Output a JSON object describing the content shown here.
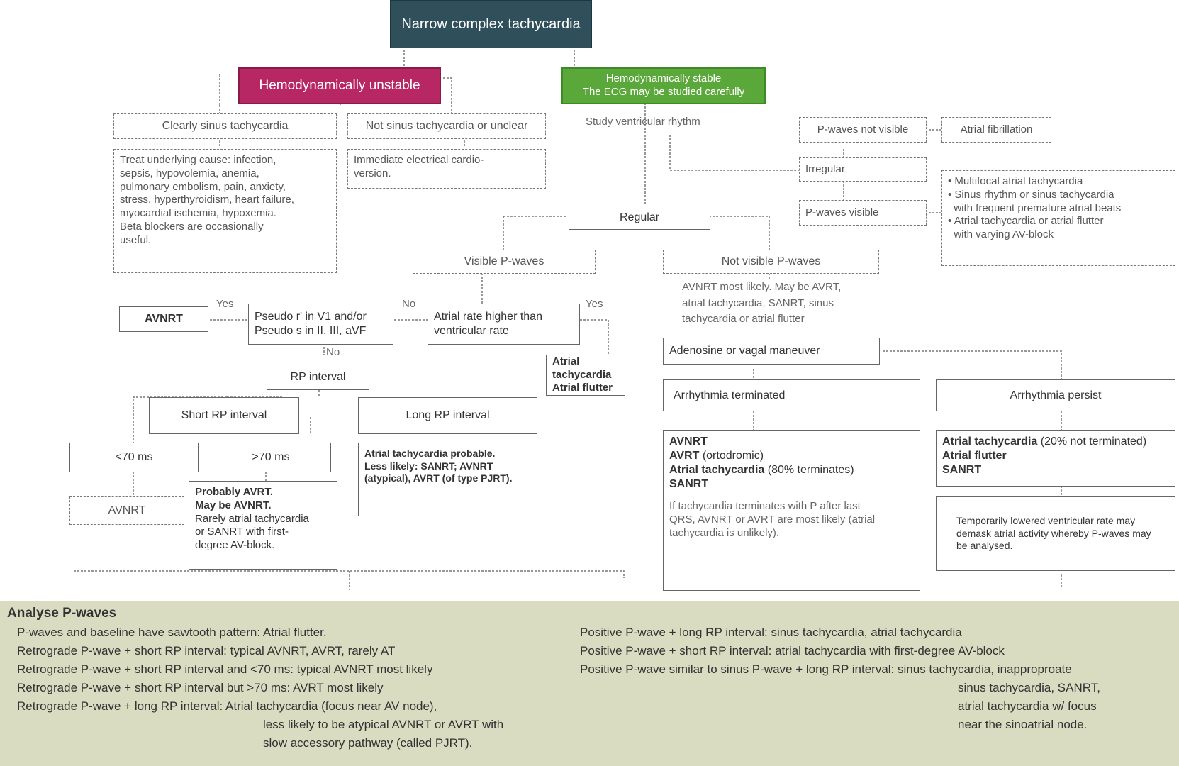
{
  "root": {
    "label": "Narrow complex tachycardia"
  },
  "unstable": {
    "label": "Hemodynamically unstable",
    "sinus_box": "Clearly sinus tachycardia",
    "not_sinus_box": "Not sinus tachycardia or unclear",
    "treat_lines": [
      "Treat underlying cause: infection,",
      "sepsis, hypovolemia, anemia,",
      "pulmonary embolism, pain, anxiety,",
      "stress, hyperthyroidism, heart failure,",
      "myocardial ischemia, hypoxemia.",
      "Beta blockers are occasionally",
      "useful."
    ],
    "cardio_lines": [
      "Immediate electrical cardio-",
      "version."
    ]
  },
  "stable": {
    "label_line1": "Hemodynamically stable",
    "label_line2": "The ECG may be studied carefully",
    "study": "Study ventricular rhythm"
  },
  "irregular": {
    "label": "Irregular",
    "pwaves_not_visible": "P-waves not visible",
    "afib": "Atrial fibrillation",
    "pwaves_visible": "P-waves visible",
    "list": [
      "• Multifocal atrial tachycardia",
      "• Sinus rhythm or sinus tachycardia",
      "  with frequent premature atrial beats",
      "• Atrial tachycardia or atrial flutter",
      "  with varying AV-block"
    ]
  },
  "regular": {
    "label": "Regular",
    "visible": "Visible P-waves",
    "not_visible": "Not visible P-waves",
    "not_visible_note": [
      "AVNRT most likely. May be AVRT,",
      "atrial tachycardia, SANRT, sinus",
      "tachycardia or atrial flutter"
    ]
  },
  "left_branch": {
    "avnrt": "AVNRT",
    "yes1": "Yes",
    "pseudo_lines": [
      "Pseudo r' in V1 and/or",
      "Pseudo s in II, III, aVF"
    ],
    "no1": "No",
    "no2": "No",
    "atrial_rate_lines": [
      "Atrial rate higher than",
      "ventricular rate"
    ],
    "yes2": "Yes",
    "tach_flutter_lines": [
      "Atrial tachycardia",
      "Atrial flutter"
    ],
    "rp_interval": "RP interval",
    "short_rp": "Short RP interval",
    "long_rp": "Long RP interval",
    "lt70": "<70 ms",
    "gt70": ">70 ms",
    "avnrt2": "AVNRT",
    "probably_lines": [
      "Probably AVRT.",
      "May be AVNRT."
    ],
    "rarely_lines": [
      "Rarely atrial tachycardia",
      "or SANRT with first-",
      "degree AV-block."
    ],
    "long_result_lines": [
      "Atrial tachycardia probable.",
      "Less likely: SANRT; AVNRT",
      "(atypical), AVRT (of type PJRT)."
    ]
  },
  "right_branch": {
    "adenosine": "Adenosine or vagal maneuver",
    "terminated": "Arrhythmia terminated",
    "persist": "Arrhythmia persist",
    "term_list": [
      "AVNRT",
      "AVRT",
      "Atrial tachycardia",
      "SANRT"
    ],
    "term_suffix_avrt": "(ortodromic)",
    "term_suffix_at": "(80% terminates)",
    "term_note": [
      "If tachycardia terminates with P after last",
      "QRS, AVNRT or AVRT are most likely (atrial",
      "tachycardia is unlikely)."
    ],
    "persist_list": [
      "Atrial tachycardia",
      "Atrial flutter",
      "SANRT"
    ],
    "persist_suffix_at": "(20% not terminated)",
    "persist_note": [
      "Temporarily lowered ventricular rate may",
      "demask atrial activity whereby P-waves may",
      "be analysed."
    ]
  },
  "panel": {
    "heading": "Analyse P-waves",
    "left": [
      "P-waves and baseline have sawtooth pattern: Atrial flutter.",
      "Retrograde P-wave + short RP interval: typical AVNRT, AVRT, rarely AT",
      "Retrograde P-wave + short RP interval and <70 ms: typical AVNRT most likely",
      "Retrograde P-wave + short RP interval but >70 ms: AVRT most likely",
      "Retrograde P-wave + long RP interval: Atrial tachycardia (focus near AV node),",
      "less likely to be atypical AVNRT or AVRT with",
      "slow accessory pathway (called PJRT)."
    ],
    "right": [
      "Positive P-wave + long RP interval: sinus tachycardia, atrial tachycardia",
      "Positive P-wave + short RP interval: atrial tachycardia with first-degree AV-block",
      "Positive P-wave similar to sinus P-wave + long RP interval: sinus tachycardia, inapproproate",
      "sinus tachycardia, SANRT,",
      "atrial tachycardia w/ focus",
      "near the sinoatrial node."
    ]
  },
  "colors": {
    "title_bg": "#2f4f5a",
    "unstable_bg": "#b72763",
    "stable_bg": "#5aa83a",
    "panel_bg": "#d9dcc0"
  }
}
